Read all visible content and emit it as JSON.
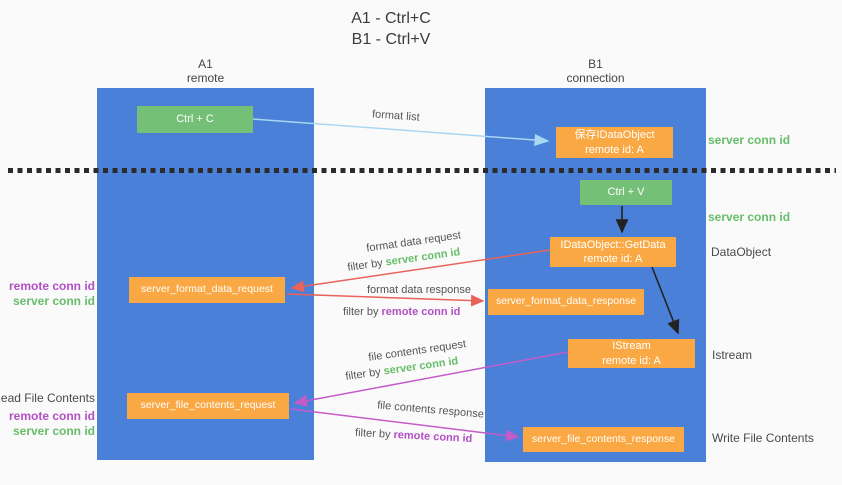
{
  "title": {
    "line1": "A1 - Ctrl+C",
    "line2": "B1 - Ctrl+V"
  },
  "lifelines": {
    "a1": {
      "name": "A1",
      "subtitle": "remote"
    },
    "b1": {
      "name": "B1",
      "subtitle": "connection"
    }
  },
  "nodes": {
    "ctrl_c": {
      "label": "Ctrl + C"
    },
    "save_idataobject": {
      "line1": "保存IDataObject",
      "line2": "remote id: A"
    },
    "ctrl_v": {
      "label": "Ctrl + V"
    },
    "getdata": {
      "line1": "IDataObject::GetData",
      "line2": "remote id: A"
    },
    "format_request": {
      "label": "server_format_data_request"
    },
    "format_response": {
      "label": "server_format_data_response"
    },
    "istream": {
      "line1": "IStream",
      "line2": "remote id: A"
    },
    "file_request": {
      "label": "server_file_contents_request"
    },
    "file_response": {
      "label": "server_file_contents_response"
    }
  },
  "arrow_labels": {
    "format_list": "format list",
    "format_data_request": "format data request",
    "format_data_response": "format data response",
    "file_contents_request": "file contents request",
    "file_contents_response": "file contents response",
    "filter_by": "filter by"
  },
  "terms": {
    "server_conn_id": "server conn id",
    "remote_conn_id": "remote conn id"
  },
  "side_labels": {
    "data_object": "DataObject",
    "istream": "Istream",
    "write_file_contents": "Write File Contents",
    "read_file_contents": "Read File Contents"
  },
  "colors": {
    "lifeline_blue": "#4a80d8",
    "node_orange": "#f9a843",
    "node_green": "#74c077",
    "arrow_light_blue": "#a8d7f2",
    "arrow_red": "#e8635a",
    "arrow_purple": "#c45bc9",
    "arrow_black": "#222222",
    "text_green": "#67bd6a",
    "text_purple": "#b34fc6",
    "background": "#fafafa"
  }
}
